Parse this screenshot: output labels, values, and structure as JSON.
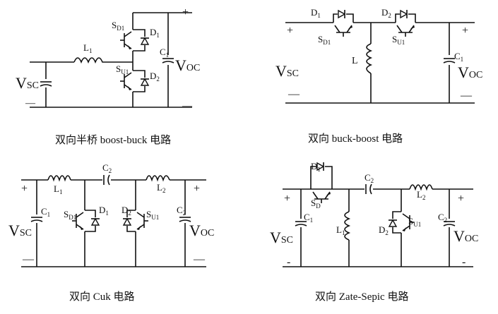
{
  "circuits": [
    {
      "caption": "双向半桥 boost-buck 电路",
      "labels": {
        "vsc_main": "V",
        "vsc_sub": "SC",
        "voc_main": "V",
        "voc_sub": "OC",
        "l1": "L",
        "l1_sub": "1",
        "c1": "C",
        "c1_sub": "1",
        "sd1": "S",
        "sd1_sub": "D1",
        "su1": "S",
        "su1_sub": "U1",
        "d1": "D",
        "d1_sub": "1",
        "d2": "D",
        "d2_sub": "2",
        "plus_out": "+",
        "minus_in": "—",
        "minus_out": "—"
      }
    },
    {
      "caption": "双向 buck-boost 电路",
      "labels": {
        "vsc_main": "V",
        "vsc_sub": "SC",
        "voc_main": "V",
        "voc_sub": "OC",
        "l": "L",
        "c1": "C",
        "c1_sub": "1",
        "sd1": "S",
        "sd1_sub": "D1",
        "su1": "S",
        "su1_sub": "U1",
        "d1": "D",
        "d1_sub": "1",
        "d2": "D",
        "d2_sub": "2",
        "plus_in": "+",
        "plus_out": "+",
        "minus_in": "—",
        "minus_out": "—"
      }
    },
    {
      "caption": "双向 Cuk 电路",
      "labels": {
        "vsc_main": "V",
        "vsc_sub": "SC",
        "voc_main": "V",
        "voc_sub": "OC",
        "l1": "L",
        "l1_sub": "1",
        "l2": "L",
        "l2_sub": "2",
        "c1": "C",
        "c1_sub": "1",
        "c2": "C",
        "c2_sub": "2",
        "c2b": "C",
        "c2b_sub": "2",
        "sd1": "S",
        "sd1_sub": "D1",
        "su1": "S",
        "su1_sub": "U1",
        "d1": "D",
        "d1_sub": "1",
        "d2": "D",
        "d2_sub": "2",
        "plus_in": "+",
        "plus_out": "+",
        "minus_in": "—",
        "minus_out": "—"
      }
    },
    {
      "caption": "双向 Zate-Sepic 电路",
      "labels": {
        "vsc_main": "V",
        "vsc_sub": "SC",
        "voc_main": "V",
        "voc_sub": "OC",
        "l1": "L",
        "l1_sub": "1",
        "l2": "L",
        "l2_sub": "2",
        "c1": "C",
        "c1_sub": "1",
        "c2": "C",
        "c2_sub": "2",
        "c2b": "C",
        "c2b_sub": "2",
        "sd": "S",
        "sd_sub": "D",
        "su1": "S",
        "su1_sub": "U1",
        "d1": "D",
        "d1_sub": "1",
        "d2": "D",
        "d2_sub": "2",
        "plus_in": "+",
        "plus_out": "+",
        "minus_in": "-",
        "minus_out": "-"
      }
    }
  ]
}
